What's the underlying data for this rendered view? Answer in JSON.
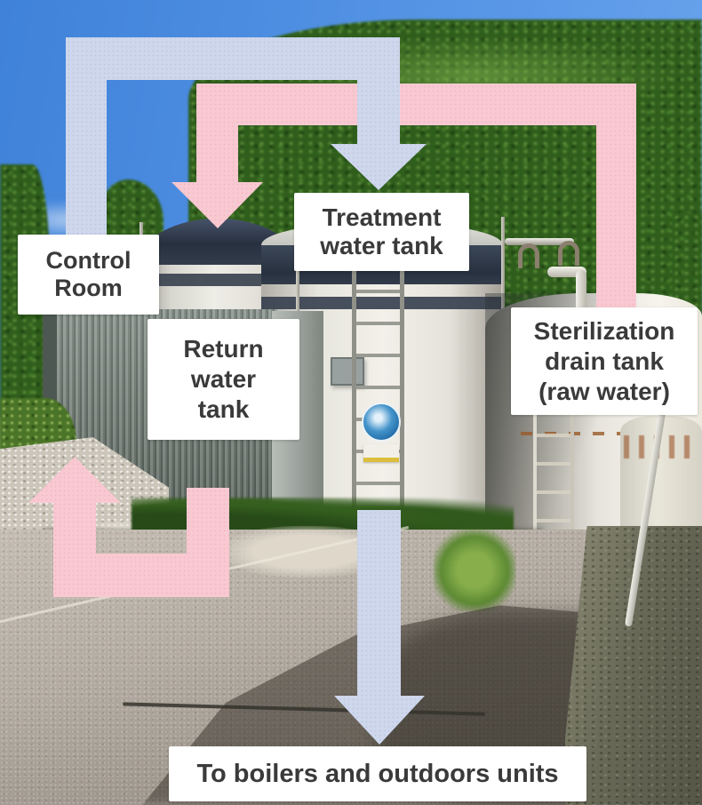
{
  "colors": {
    "flow_supply": "#ced7ec",
    "flow_return": "#f9c9d2",
    "label_bg": "#ffffff",
    "label_text": "#3a3a3a"
  },
  "labels": {
    "control_room": {
      "line1": "Control",
      "line2": "Room"
    },
    "treatment_tank": {
      "line1": "Treatment",
      "line2": "water tank"
    },
    "return_tank": {
      "line1": "Return",
      "line2": "water",
      "line3": "tank"
    },
    "sterilization_tank": {
      "line1": "Sterilization",
      "line2": "drain tank",
      "line3": "(raw water)"
    },
    "output": {
      "line1": "To boilers and outdoors units"
    }
  },
  "flows": [
    {
      "id": "control_to_treatment",
      "from": "Control Room",
      "to": "Treatment water tank",
      "color_key": "flow_supply"
    },
    {
      "id": "treatment_to_output",
      "from": "Treatment water tank",
      "to": "To boilers and outdoors units",
      "color_key": "flow_supply"
    },
    {
      "id": "sterilization_to_return",
      "from": "Sterilization drain tank (raw water)",
      "to": "Return water tank",
      "color_key": "flow_return"
    },
    {
      "id": "return_to_control",
      "from": "Return water tank",
      "to": "Control Room",
      "color_key": "flow_return"
    }
  ]
}
